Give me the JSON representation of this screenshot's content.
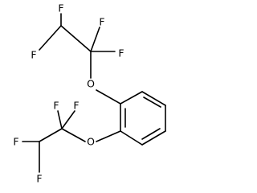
{
  "molecule": {
    "atoms": [
      {
        "id": "F1",
        "element": "F"
      },
      {
        "id": "F2",
        "element": "F"
      },
      {
        "id": "F3",
        "element": "F"
      },
      {
        "id": "F4",
        "element": "F"
      },
      {
        "id": "O1",
        "element": "O"
      },
      {
        "id": "O2",
        "element": "O"
      },
      {
        "id": "F5",
        "element": "F"
      },
      {
        "id": "F6",
        "element": "F"
      },
      {
        "id": "F7",
        "element": "F"
      },
      {
        "id": "F8",
        "element": "F"
      }
    ]
  }
}
